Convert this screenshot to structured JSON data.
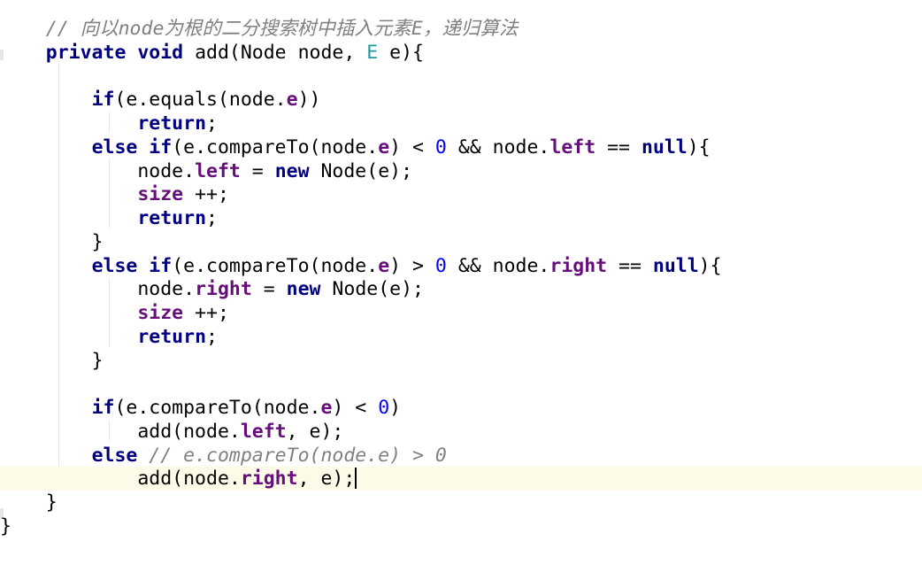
{
  "editor": {
    "lines": [
      [
        {
          "t": "    // 向以",
          "c": "cmt"
        },
        {
          "t": "node",
          "c": "cmt"
        },
        {
          "t": "为根的二分搜索树中插入元素",
          "c": "cmt"
        },
        {
          "t": "E",
          "c": "cmt"
        },
        {
          "t": "，递归算法",
          "c": "cmt"
        }
      ],
      [
        {
          "t": "    ",
          "c": ""
        },
        {
          "t": "private",
          "c": "kw"
        },
        {
          "t": " ",
          "c": ""
        },
        {
          "t": "void",
          "c": "kw"
        },
        {
          "t": " add(Node node, ",
          "c": ""
        },
        {
          "t": "E",
          "c": "typ"
        },
        {
          "t": " e){",
          "c": ""
        }
      ],
      [],
      [
        {
          "t": "        ",
          "c": ""
        },
        {
          "t": "if",
          "c": "kw"
        },
        {
          "t": "(e.equals(node.",
          "c": ""
        },
        {
          "t": "e",
          "c": "fld"
        },
        {
          "t": "))",
          "c": ""
        }
      ],
      [
        {
          "t": "            ",
          "c": ""
        },
        {
          "t": "return",
          "c": "kw"
        },
        {
          "t": ";",
          "c": ""
        }
      ],
      [
        {
          "t": "        ",
          "c": ""
        },
        {
          "t": "else",
          "c": "kw"
        },
        {
          "t": " ",
          "c": ""
        },
        {
          "t": "if",
          "c": "kw"
        },
        {
          "t": "(e.compareTo(node.",
          "c": ""
        },
        {
          "t": "e",
          "c": "fld"
        },
        {
          "t": ") < ",
          "c": ""
        },
        {
          "t": "0",
          "c": "num"
        },
        {
          "t": " && node.",
          "c": ""
        },
        {
          "t": "left",
          "c": "fld"
        },
        {
          "t": " == ",
          "c": ""
        },
        {
          "t": "null",
          "c": "kw"
        },
        {
          "t": "){",
          "c": ""
        }
      ],
      [
        {
          "t": "            node.",
          "c": ""
        },
        {
          "t": "left",
          "c": "fld"
        },
        {
          "t": " = ",
          "c": ""
        },
        {
          "t": "new",
          "c": "kw"
        },
        {
          "t": " Node(e);",
          "c": ""
        }
      ],
      [
        {
          "t": "            ",
          "c": ""
        },
        {
          "t": "size",
          "c": "fld"
        },
        {
          "t": " ++;",
          "c": ""
        }
      ],
      [
        {
          "t": "            ",
          "c": ""
        },
        {
          "t": "return",
          "c": "kw"
        },
        {
          "t": ";",
          "c": ""
        }
      ],
      [
        {
          "t": "        }",
          "c": ""
        }
      ],
      [
        {
          "t": "        ",
          "c": ""
        },
        {
          "t": "else",
          "c": "kw"
        },
        {
          "t": " ",
          "c": ""
        },
        {
          "t": "if",
          "c": "kw"
        },
        {
          "t": "(e.compareTo(node.",
          "c": ""
        },
        {
          "t": "e",
          "c": "fld"
        },
        {
          "t": ") > ",
          "c": ""
        },
        {
          "t": "0",
          "c": "num"
        },
        {
          "t": " && node.",
          "c": ""
        },
        {
          "t": "right",
          "c": "fld"
        },
        {
          "t": " == ",
          "c": ""
        },
        {
          "t": "null",
          "c": "kw"
        },
        {
          "t": "){",
          "c": ""
        }
      ],
      [
        {
          "t": "            node.",
          "c": ""
        },
        {
          "t": "right",
          "c": "fld"
        },
        {
          "t": " = ",
          "c": ""
        },
        {
          "t": "new",
          "c": "kw"
        },
        {
          "t": " Node(e);",
          "c": ""
        }
      ],
      [
        {
          "t": "            ",
          "c": ""
        },
        {
          "t": "size",
          "c": "fld"
        },
        {
          "t": " ++;",
          "c": ""
        }
      ],
      [
        {
          "t": "            ",
          "c": ""
        },
        {
          "t": "return",
          "c": "kw"
        },
        {
          "t": ";",
          "c": ""
        }
      ],
      [
        {
          "t": "        }",
          "c": ""
        }
      ],
      [],
      [
        {
          "t": "        ",
          "c": ""
        },
        {
          "t": "if",
          "c": "kw"
        },
        {
          "t": "(e.compareTo(node.",
          "c": ""
        },
        {
          "t": "e",
          "c": "fld"
        },
        {
          "t": ") < ",
          "c": ""
        },
        {
          "t": "0",
          "c": "num"
        },
        {
          "t": ")",
          "c": ""
        }
      ],
      [
        {
          "t": "            add(node.",
          "c": ""
        },
        {
          "t": "left",
          "c": "fld"
        },
        {
          "t": ", e);",
          "c": ""
        }
      ],
      [
        {
          "t": "        ",
          "c": ""
        },
        {
          "t": "else",
          "c": "kw"
        },
        {
          "t": " ",
          "c": ""
        },
        {
          "t": "// e.compareTo(node.e) > 0",
          "c": "cmt"
        }
      ],
      [
        {
          "t": "            add(node.",
          "c": ""
        },
        {
          "t": "right",
          "c": "fld"
        },
        {
          "t": ", e);",
          "c": ""
        }
      ],
      [
        {
          "t": "    }",
          "c": ""
        }
      ],
      [
        {
          "t": "}",
          "c": ""
        }
      ]
    ],
    "caret_line": 19,
    "colors": {
      "keyword": "#000080",
      "field": "#660e7a",
      "type_param": "#20999d",
      "number": "#0000ff",
      "comment": "#808080",
      "caret_line_bg": "#fdfbe7"
    }
  }
}
